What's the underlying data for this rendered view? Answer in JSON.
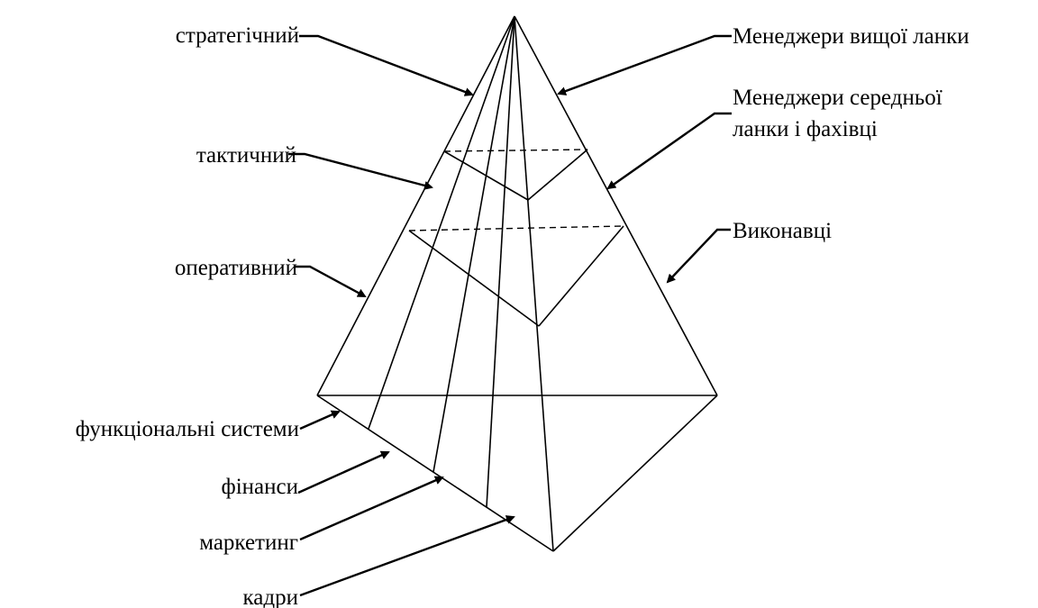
{
  "labels": {
    "strategic": "стратегічний",
    "tactical": "тактичний",
    "operational": "оперативний",
    "functional_systems": "функціональні системи",
    "finance": "фінанси",
    "marketing": "маркетинг",
    "personnel": "кадри",
    "top_managers": "Менеджери вищої ланки",
    "middle_managers_line1": "Менеджери середньої",
    "middle_managers_line2": "ланки і фахівці",
    "executors": "Виконавці"
  },
  "colors": {
    "line": "#000000",
    "background": "#ffffff"
  }
}
